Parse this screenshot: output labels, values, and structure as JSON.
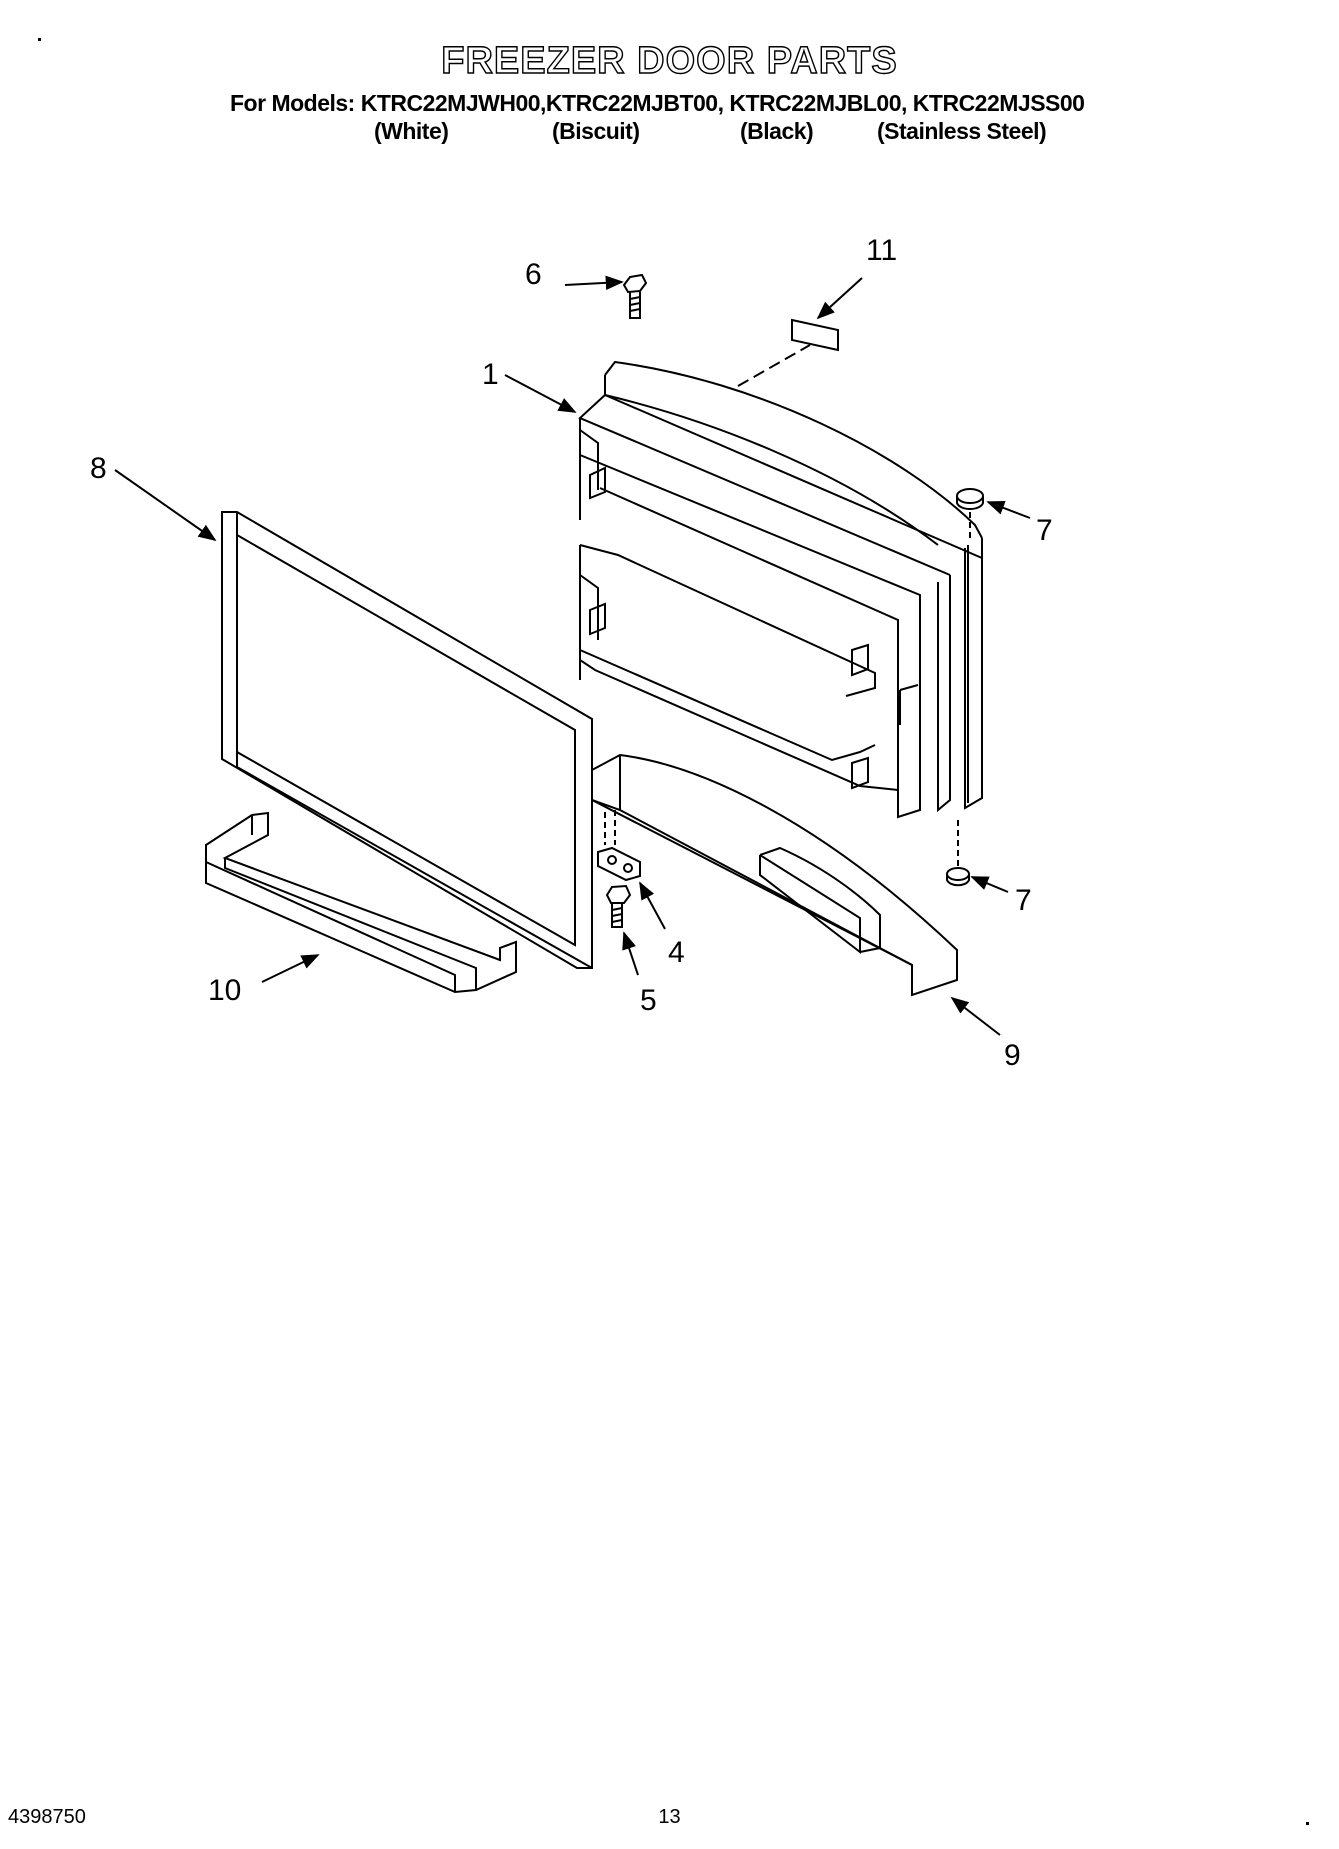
{
  "header": {
    "title": "FREEZER DOOR PARTS",
    "models_line": "For Models: KTRC22MJWH00,KTRC22MJBT00, KTRC22MJBL00, KTRC22MJSS00",
    "finishes": [
      "(White)",
      "(Biscuit)",
      "(Black)",
      "(Stainless Steel)"
    ]
  },
  "callouts": {
    "c1": "1",
    "c4": "4",
    "c5": "5",
    "c6": "6",
    "c7a": "7",
    "c7b": "7",
    "c8": "8",
    "c9": "9",
    "c10": "10",
    "c11": "11"
  },
  "footer": {
    "doc_number": "4398750",
    "page_number": "13"
  }
}
